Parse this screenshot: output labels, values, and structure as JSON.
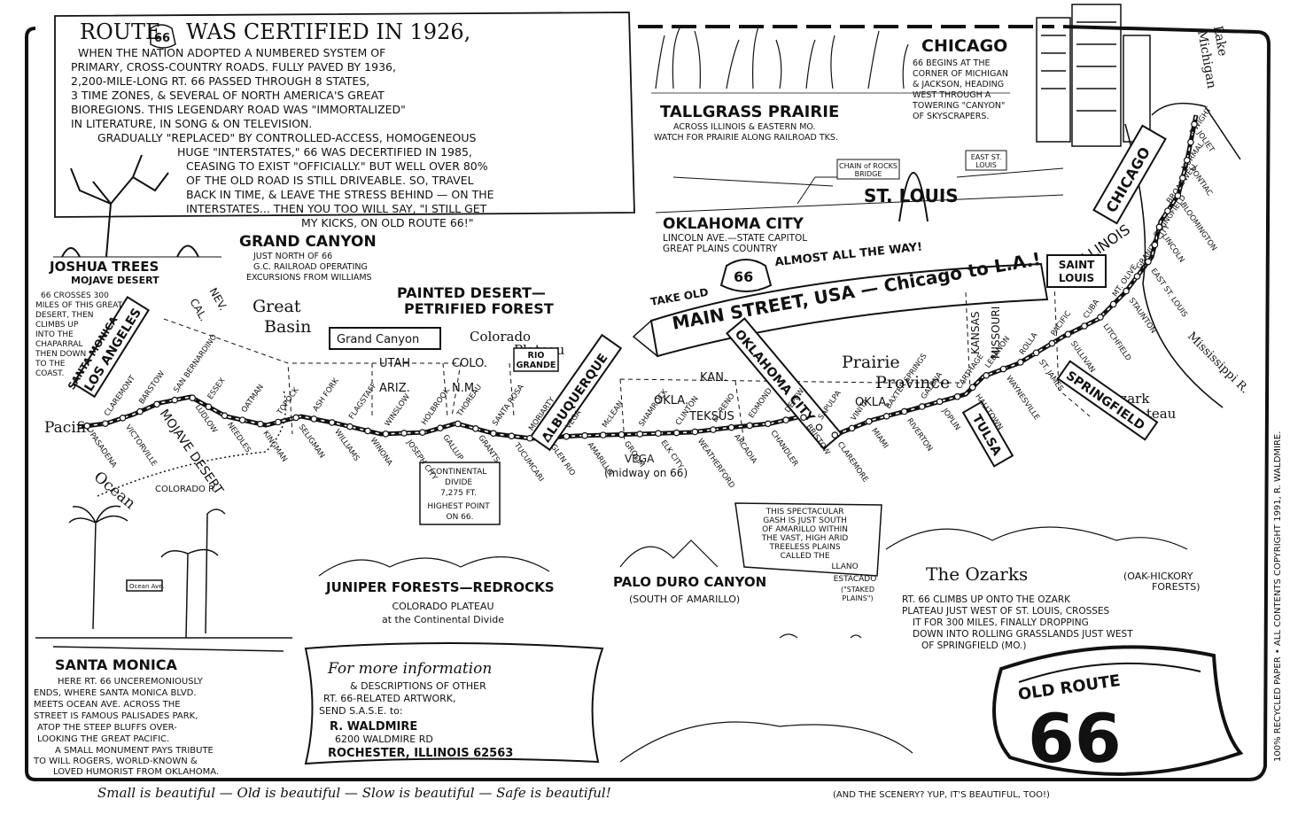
{
  "intro": {
    "title_route": "ROUTE",
    "title_shield": "66",
    "title_rest": "WAS CERTIFIED IN 1926,",
    "lines": [
      "WHEN THE NATION ADOPTED A NUMBERED SYSTEM OF",
      "PRIMARY, CROSS-COUNTRY ROADS. FULLY PAVED BY 1936,",
      "2,200-MILE-LONG RT. 66 PASSED THROUGH 8 STATES,",
      "3 TIME ZONES, & SEVERAL OF NORTH AMERICA'S GREAT",
      "BIOREGIONS. THIS LEGENDARY ROAD WAS \"IMMORTALIZED\"",
      "IN LITERATURE, IN SONG & ON TELEVISION.",
      "GRADUALLY \"REPLACED\" BY CONTROLLED-ACCESS, HOMOGENEOUS",
      "HUGE \"INTERSTATES,\" 66 WAS DECERTIFIED IN 1985,",
      "CEASING TO EXIST \"OFFICIALLY.\" BUT WELL OVER 80%",
      "OF THE OLD ROAD IS STILL DRIVEABLE. SO, TRAVEL",
      "BACK IN TIME, & LEAVE THE STRESS BEHIND — ON THE",
      "INTERSTATES... THEN YOU TOO WILL SAY, \"I STILL GET",
      "MY KICKS, ON OLD ROUTE 66!\""
    ]
  },
  "vignettes": {
    "chicago": {
      "title": "CHICAGO",
      "lines": [
        "66 BEGINS AT THE",
        "CORNER OF MICHIGAN",
        "& JACKSON, HEADING",
        "WEST THROUGH A",
        "TOWERING \"CANYON\"",
        "OF SKYSCRAPERS."
      ]
    },
    "tallgrass": {
      "title": "TALLGRASS PRAIRIE",
      "lines": [
        "ACROSS ILLINOIS & EASTERN MO.",
        "WATCH FOR PRAIRIE ALONG RAILROAD TKS."
      ]
    },
    "st_louis": "ST. LOUIS",
    "chain_of_rocks": [
      "CHAIN of ROCKS",
      "BRIDGE"
    ],
    "east_st_louis": [
      "EAST ST.",
      "LOUIS"
    ],
    "okc": {
      "title": "OKLAHOMA CITY",
      "lines": [
        "LINCOLN AVE.—STATE CAPITOL",
        "GREAT PLAINS COUNTRY"
      ]
    },
    "grand_canyon": {
      "title": "GRAND CANYON",
      "lines": [
        "JUST NORTH OF 66",
        "G.C. RAILROAD OPERATING",
        "EXCURSIONS FROM WILLIAMS"
      ]
    },
    "joshua": {
      "title": "JOSHUA TREES",
      "sub": "MOJAVE DESERT",
      "lines": [
        "66 CROSSES 300",
        "MILES OF THIS GREAT",
        "DESERT, THEN",
        "CLIMBS UP",
        "INTO THE",
        "CHAPARRAL",
        "THEN DOWN",
        "TO THE",
        "COAST."
      ]
    },
    "painted": {
      "title": [
        "PAINTED DESERT—",
        "PETRIFIED FOREST"
      ]
    },
    "juniper": {
      "title": "JUNIPER FORESTS—REDROCKS",
      "lines": [
        "COLORADO PLATEAU",
        "at the Continental Divide"
      ]
    },
    "palo_duro": {
      "title": "PALO DURO CANYON",
      "sub": "(SOUTH OF AMARILLO)",
      "callout": [
        "THIS SPECTACULAR",
        "GASH IS JUST SOUTH",
        "OF AMARILLO WITHIN",
        "THE VAST, HIGH ARID",
        "TREELESS PLAINS",
        "CALLED THE",
        "LLANO",
        "ESTACADO"
      ],
      "staked": [
        "(\"STAKED",
        "PLAINS\")"
      ]
    },
    "ozarks": {
      "title": "The Ozarks",
      "sub": [
        "(OAK-HICKORY",
        "FORESTS)"
      ],
      "lines": [
        "RT. 66 CLIMBS UP ONTO THE OZARK",
        "PLATEAU JUST WEST OF ST. LOUIS, CROSSES",
        "IT FOR 300 MILES, FINALLY DROPPING",
        "DOWN INTO ROLLING GRASSLANDS JUST WEST",
        "OF SPRINGFIELD (MO.)"
      ]
    },
    "santa_monica": {
      "title": "SANTA MONICA",
      "lines": [
        "HERE RT. 66 UNCEREMONIOUSLY",
        "ENDS, WHERE SANTA MONICA BLVD.",
        "MEETS OCEAN AVE. ACROSS THE",
        "STREET IS FAMOUS PALISADES PARK,",
        "ATOP THE STEEP BLUFFS OVER-",
        "LOOKING THE GREAT PACIFIC.",
        "A SMALL MONUMENT PAYS TRIBUTE",
        "TO WILL ROGERS, WORLD-KNOWN &",
        "LOVED HUMORIST FROM OKLAHOMA."
      ],
      "sign": "Ocean Ave."
    }
  },
  "map": {
    "banner": {
      "take": "TAKE OLD",
      "shield": "66",
      "almost": "ALMOST ALL THE WAY!",
      "main": "MAIN STREET, USA — Chicago to L.A.!"
    },
    "regions": {
      "great_basin": [
        "Great",
        "Basin"
      ],
      "colorado_plateau": [
        "Colorado",
        "Plateau"
      ],
      "prairie": [
        "Prairie",
        "Province"
      ],
      "ozark_plateau": [
        "Ozark",
        "Plateau"
      ]
    },
    "states": {
      "cal": "CAL.",
      "nev": "NEV.",
      "utah": "UTAH",
      "ariz": "ARIZ.",
      "colo": "COLO.",
      "nm": "N.M.",
      "okla_n": "OKLA.",
      "teksus": "TEKSUS",
      "kan": "KAN.",
      "okla": "OKLA.",
      "kansas": "KANSAS",
      "missouri": "MISSOURI",
      "illinois": "ILLINOIS"
    },
    "water": {
      "pacific": [
        "Pacific",
        "Ocean"
      ],
      "lake": [
        "Lake",
        "Michigan"
      ],
      "colorado_r": "COLORADO R.",
      "mississippi": "Mississippi R."
    },
    "big_cities": {
      "la": "LOS ANGELES",
      "sm": "SANTA MONICA",
      "abq": "ALBUQUERQUE",
      "okc": "OKLAHOMA CITY",
      "tulsa": "TULSA",
      "springfield": "SPRINGFIELD",
      "chicago": "CHICAGO",
      "saint_louis": [
        "SAINT",
        "LOUIS"
      ],
      "rio_grande": [
        "RIO",
        "GRANDE"
      ]
    },
    "grand_canyon_box": "Grand Canyon",
    "continental_divide": [
      "CONTINENTAL",
      "DIVIDE",
      "7,275 FT.",
      "HIGHEST POINT",
      "ON 66."
    ],
    "vega": [
      "VEGA",
      "(midway on 66)"
    ],
    "towns": [
      "PASADENA",
      "CLAREMONT",
      "VICTORVILLE",
      "BARSTOW",
      "MOJAVE DESERT",
      "SAN BERNARDINO",
      "LUDLOW",
      "ESSEX",
      "NEEDLES",
      "OATMAN",
      "KINGMAN",
      "TOPOCK",
      "SELIGMAN",
      "ASH FORK",
      "WILLIAMS",
      "FLAGSTAFF",
      "WINONA",
      "WINSLOW",
      "JOSEPH CITY",
      "HOLBROOK",
      "GALLUP",
      "THOREAU",
      "GRANTS",
      "SANTA ROSA",
      "TUCUMCARI",
      "MORIARTY",
      "GLEN RIO",
      "VEGA",
      "AMARILLO",
      "McLEAN",
      "GROOM",
      "SHAMROCK",
      "ELK CITY",
      "CLINTON",
      "WEATHERFORD",
      "EL RENO",
      "ARCADIA",
      "EDMOND",
      "CHANDLER",
      "DEPEW",
      "BRISTOW",
      "SAPULPA",
      "CLAREMORE",
      "VINITA",
      "MIAMI",
      "BAXTER SPRINGS",
      "RIVERTON",
      "GALENA",
      "JOPLIN",
      "CARTHAGE",
      "HALLTOWN",
      "LEBANON",
      "WAYNESVILLE",
      "ROLLA",
      "ST. JAMES",
      "PACIFIC",
      "SULLIVAN",
      "CUBA",
      "LITCHFIELD",
      "MT. OLIVE",
      "STAUNTON",
      "GRANITE CITY",
      "EAST ST. LOUIS",
      "SPRINGFIELD",
      "LINCOLN",
      "BROADWELL",
      "BLOOMINGTON",
      "NORMAL",
      "PONTIAC",
      "DWIGHT",
      "JOLIET"
    ]
  },
  "info": {
    "title": "For more information",
    "lines": [
      "& DESCRIPTIONS OF OTHER",
      "RT. 66-RELATED ARTWORK,",
      "SEND S.A.S.E. to:"
    ],
    "name": "R. WALDMIRE",
    "addr1": "6200 WALDMIRE RD",
    "addr2": "ROCHESTER, ILLINOIS 62563"
  },
  "sign": {
    "top": "OLD ROUTE",
    "num": "66"
  },
  "copyright": "100% RECYCLED PAPER • ALL CONTENTS COPYRIGHT 1991, R. WALDMIRE.",
  "footer": {
    "script": "Small is beautiful — Old is beautiful — Slow is beautiful — Safe is beautiful!",
    "tail": "(AND THE SCENERY? YUP, IT'S BEAUTIFUL, TOO!)"
  }
}
